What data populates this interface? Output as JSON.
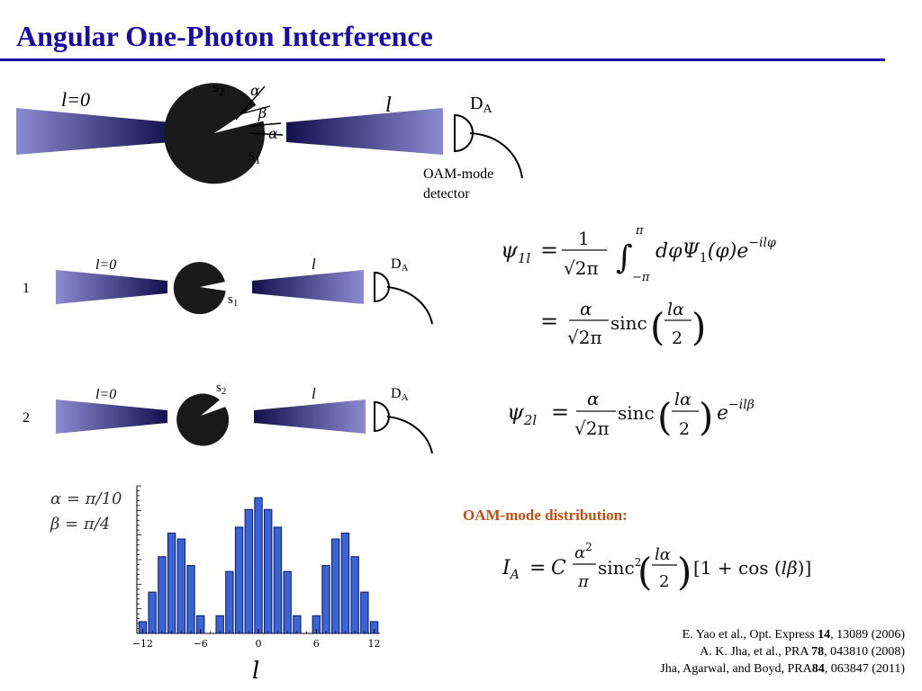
{
  "slide": {
    "title": "Angular One-Photon Interference",
    "accent_color": "#1a0aa6"
  },
  "top_diagram": {
    "input_mode": "l=0",
    "output_mode": "l",
    "detector": "D",
    "detector_sub": "A",
    "slit1": "s",
    "slit1_sub": "1",
    "slit2": "s",
    "slit2_sub": "2",
    "angle_alpha": "α",
    "angle_beta": "β",
    "angle_alpha2": "α",
    "detector_label_line1": "OAM-mode",
    "detector_label_line2": "detector"
  },
  "row1": {
    "number": "1",
    "input_mode": "l=0",
    "output_mode": "l",
    "detector": "D",
    "detector_sub": "A",
    "slit": "s",
    "slit_sub": "1"
  },
  "row2": {
    "number": "2",
    "input_mode": "l=0",
    "output_mode": "l",
    "detector": "D",
    "detector_sub": "A",
    "slit": "s",
    "slit_sub": "2"
  },
  "equations": {
    "psi1_lhs": "ψ",
    "psi1_sub": "1l",
    "psi1_line1": "= (1/√(2π)) ∫ dφ Ψ₁(φ) e^(−ilφ)",
    "psi1_line2": "= (α/√(2π)) sinc(lα/2)",
    "psi2_lhs": "ψ",
    "psi2_sub": "2l",
    "psi2_line": "= (α/√(2π)) sinc(lα/2) e^(−ilβ)"
  },
  "oam": {
    "heading": "OAM-mode distribution:",
    "formula": "I_A = C (α²/π) sinc²(lα/2) [1 + cos(lβ)]"
  },
  "chart_data": {
    "type": "bar",
    "params": [
      "α = π/10",
      "β = π/4"
    ],
    "xlabel": "l",
    "ylabel": "",
    "x": [
      -12,
      -11,
      -10,
      -9,
      -8,
      -7,
      -6,
      -5,
      -4,
      -3,
      -2,
      -1,
      0,
      1,
      2,
      3,
      4,
      5,
      6,
      7,
      8,
      9,
      10,
      11,
      12
    ],
    "values": [
      0.08,
      0.28,
      0.52,
      0.68,
      0.64,
      0.46,
      0.12,
      0.0,
      0.12,
      0.42,
      0.72,
      0.84,
      0.92,
      0.84,
      0.72,
      0.42,
      0.12,
      0.0,
      0.12,
      0.46,
      0.64,
      0.68,
      0.52,
      0.28,
      0.08
    ],
    "xticks": [
      "−12",
      "−6",
      "0",
      "6",
      "12"
    ],
    "xtick_values": [
      -12,
      -6,
      0,
      6,
      12
    ],
    "xlim": [
      -12.6,
      12.6
    ],
    "ylim": [
      0,
      1
    ],
    "bar_color": "#3a63d8"
  },
  "references": [
    {
      "pre": "E. Yao et al., Opt. Express ",
      "bold": "14",
      "post": ", 13089 (2006)"
    },
    {
      "pre": "A. K. Jha, et al., PRA ",
      "bold": "78",
      "post": ", 043810 (2008)"
    },
    {
      "pre": "Jha, Agarwal, and Boyd, PRA",
      "bold": "84",
      "post": ", 063847 (2011)"
    }
  ]
}
